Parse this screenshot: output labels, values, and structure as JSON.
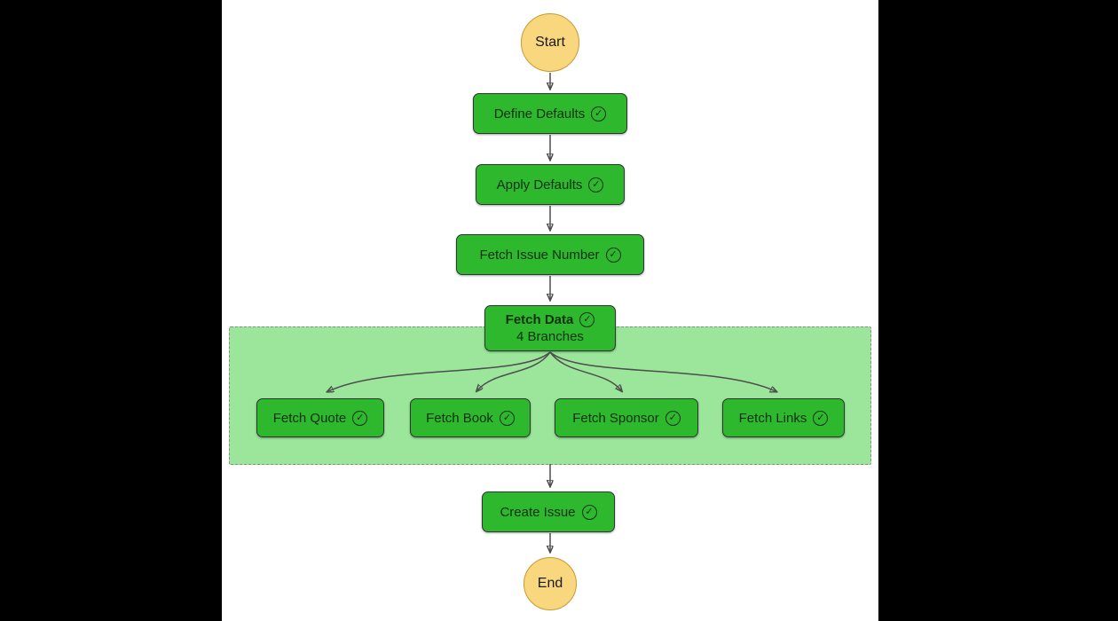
{
  "icons": {
    "check": "✓"
  },
  "colors": {
    "background": "#000000",
    "canvas": "#ffffff",
    "node_fill": "#2eb82e",
    "node_stroke": "#333333",
    "node_text": "#0d300d",
    "terminal_fill": "#f9d77e",
    "terminal_stroke": "#c9992e",
    "terminal_text": "#1a1a1a",
    "subgraph_fill": "#9be69b",
    "subgraph_stroke": "#8c8c8c",
    "edge": "#4d4d4d"
  },
  "flow": {
    "start_label": "Start",
    "end_label": "End",
    "steps": [
      {
        "label": "Define Defaults",
        "status": "success"
      },
      {
        "label": "Apply Defaults",
        "status": "success"
      },
      {
        "label": "Fetch Issue Number",
        "status": "success"
      },
      {
        "label": "Fetch Data",
        "sublabel": "4 Branches",
        "status": "success"
      },
      {
        "label": "Fetch Quote",
        "status": "success"
      },
      {
        "label": "Fetch Book",
        "status": "success"
      },
      {
        "label": "Fetch Sponsor",
        "status": "success"
      },
      {
        "label": "Fetch Links",
        "status": "success"
      },
      {
        "label": "Create Issue",
        "status": "success"
      }
    ]
  }
}
